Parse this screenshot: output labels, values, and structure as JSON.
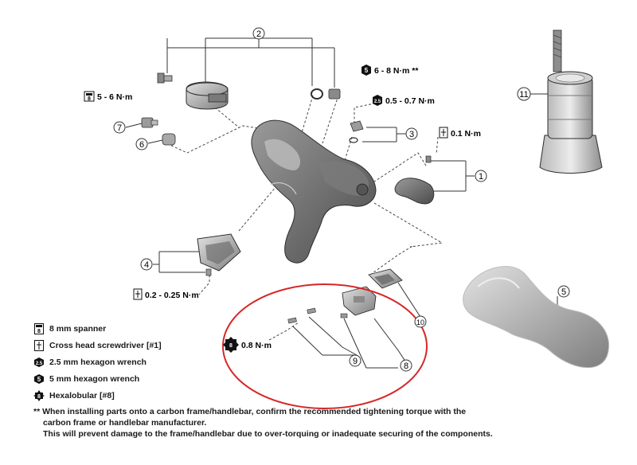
{
  "callouts": {
    "c1": "1",
    "c2": "2",
    "c3": "3",
    "c4": "4",
    "c5": "5",
    "c6": "6",
    "c7": "7",
    "c8": "8",
    "c9": "9",
    "c10": "10",
    "c11": "11"
  },
  "torques": {
    "t_6_8": "6 - 8 N·m **",
    "t_5_6": "5 - 6 N·m",
    "t_05_07": "0.5 - 0.7 N·m",
    "t_01": "0.1 N·m",
    "t_02_025": "0.2 - 0.25 N·m",
    "t_08": "0.8 N·m"
  },
  "tool_icons": {
    "spanner_digit": "8",
    "hex25_digit": "2.5",
    "hex5_digit": "5",
    "hexalobular_digit": "8"
  },
  "legend": [
    {
      "icon": "spanner-8mm-icon",
      "label": "8 mm spanner"
    },
    {
      "icon": "screwdriver-icon",
      "label": "Cross head screwdriver [#1]"
    },
    {
      "icon": "hex-2-5-icon",
      "label": "2.5 mm hexagon wrench"
    },
    {
      "icon": "hex-5-icon",
      "label": "5 mm hexagon wrench"
    },
    {
      "icon": "hexalobular-icon",
      "label": "Hexalobular [#8]"
    }
  ],
  "note": {
    "line1": "** When installing parts onto a carbon frame/handlebar, confirm the recommended tightening torque with the",
    "line2": "carbon frame or handlebar manufacturer.",
    "line3": "This will prevent damage to the frame/handlebar due to over-torquing or inadequate securing of the components."
  },
  "colors": {
    "line": "#333333",
    "part_dark": "#5f5f5f",
    "part_mid": "#8d8d8d",
    "part_light": "#c9c9c9",
    "highlight_ellipse": "#d62828"
  }
}
